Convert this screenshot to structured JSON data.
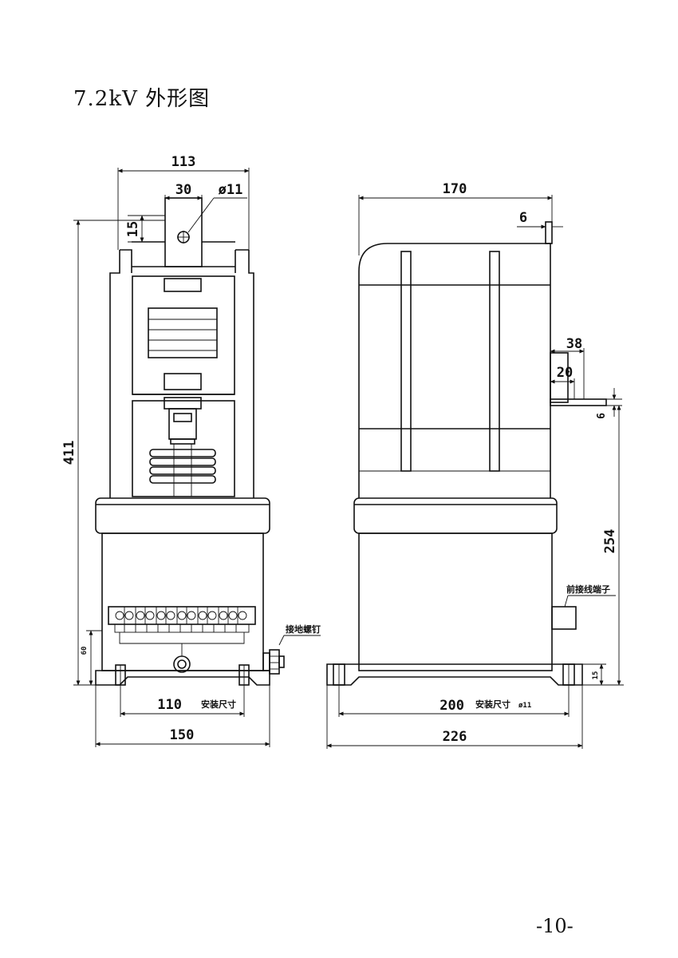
{
  "page": {
    "title": "7.2kV 外形图",
    "page_number": "-10-"
  },
  "front_view": {
    "dims": {
      "width_top": "113",
      "bracket_width": "30",
      "hole": "ø11",
      "tab_height": "15",
      "total_height": "411",
      "bottom_height": "60",
      "mount_spacing": "110",
      "base_width": "150"
    },
    "labels": {
      "mount_size": "安装尺寸",
      "ground_screw": "接地螺钉"
    }
  },
  "side_view": {
    "dims": {
      "top_width": "170",
      "plate_thickness": "6",
      "terminal_length_outer": "38",
      "terminal_length_inner": "20",
      "terminal_thickness": "6",
      "terminal_height": "254",
      "base_thickness": "15",
      "mount_spacing": "200",
      "base_width": "226"
    },
    "labels": {
      "mount_size": "安装尺寸",
      "mount_hole": "ø11",
      "front_terminal": "前接线端子"
    }
  }
}
